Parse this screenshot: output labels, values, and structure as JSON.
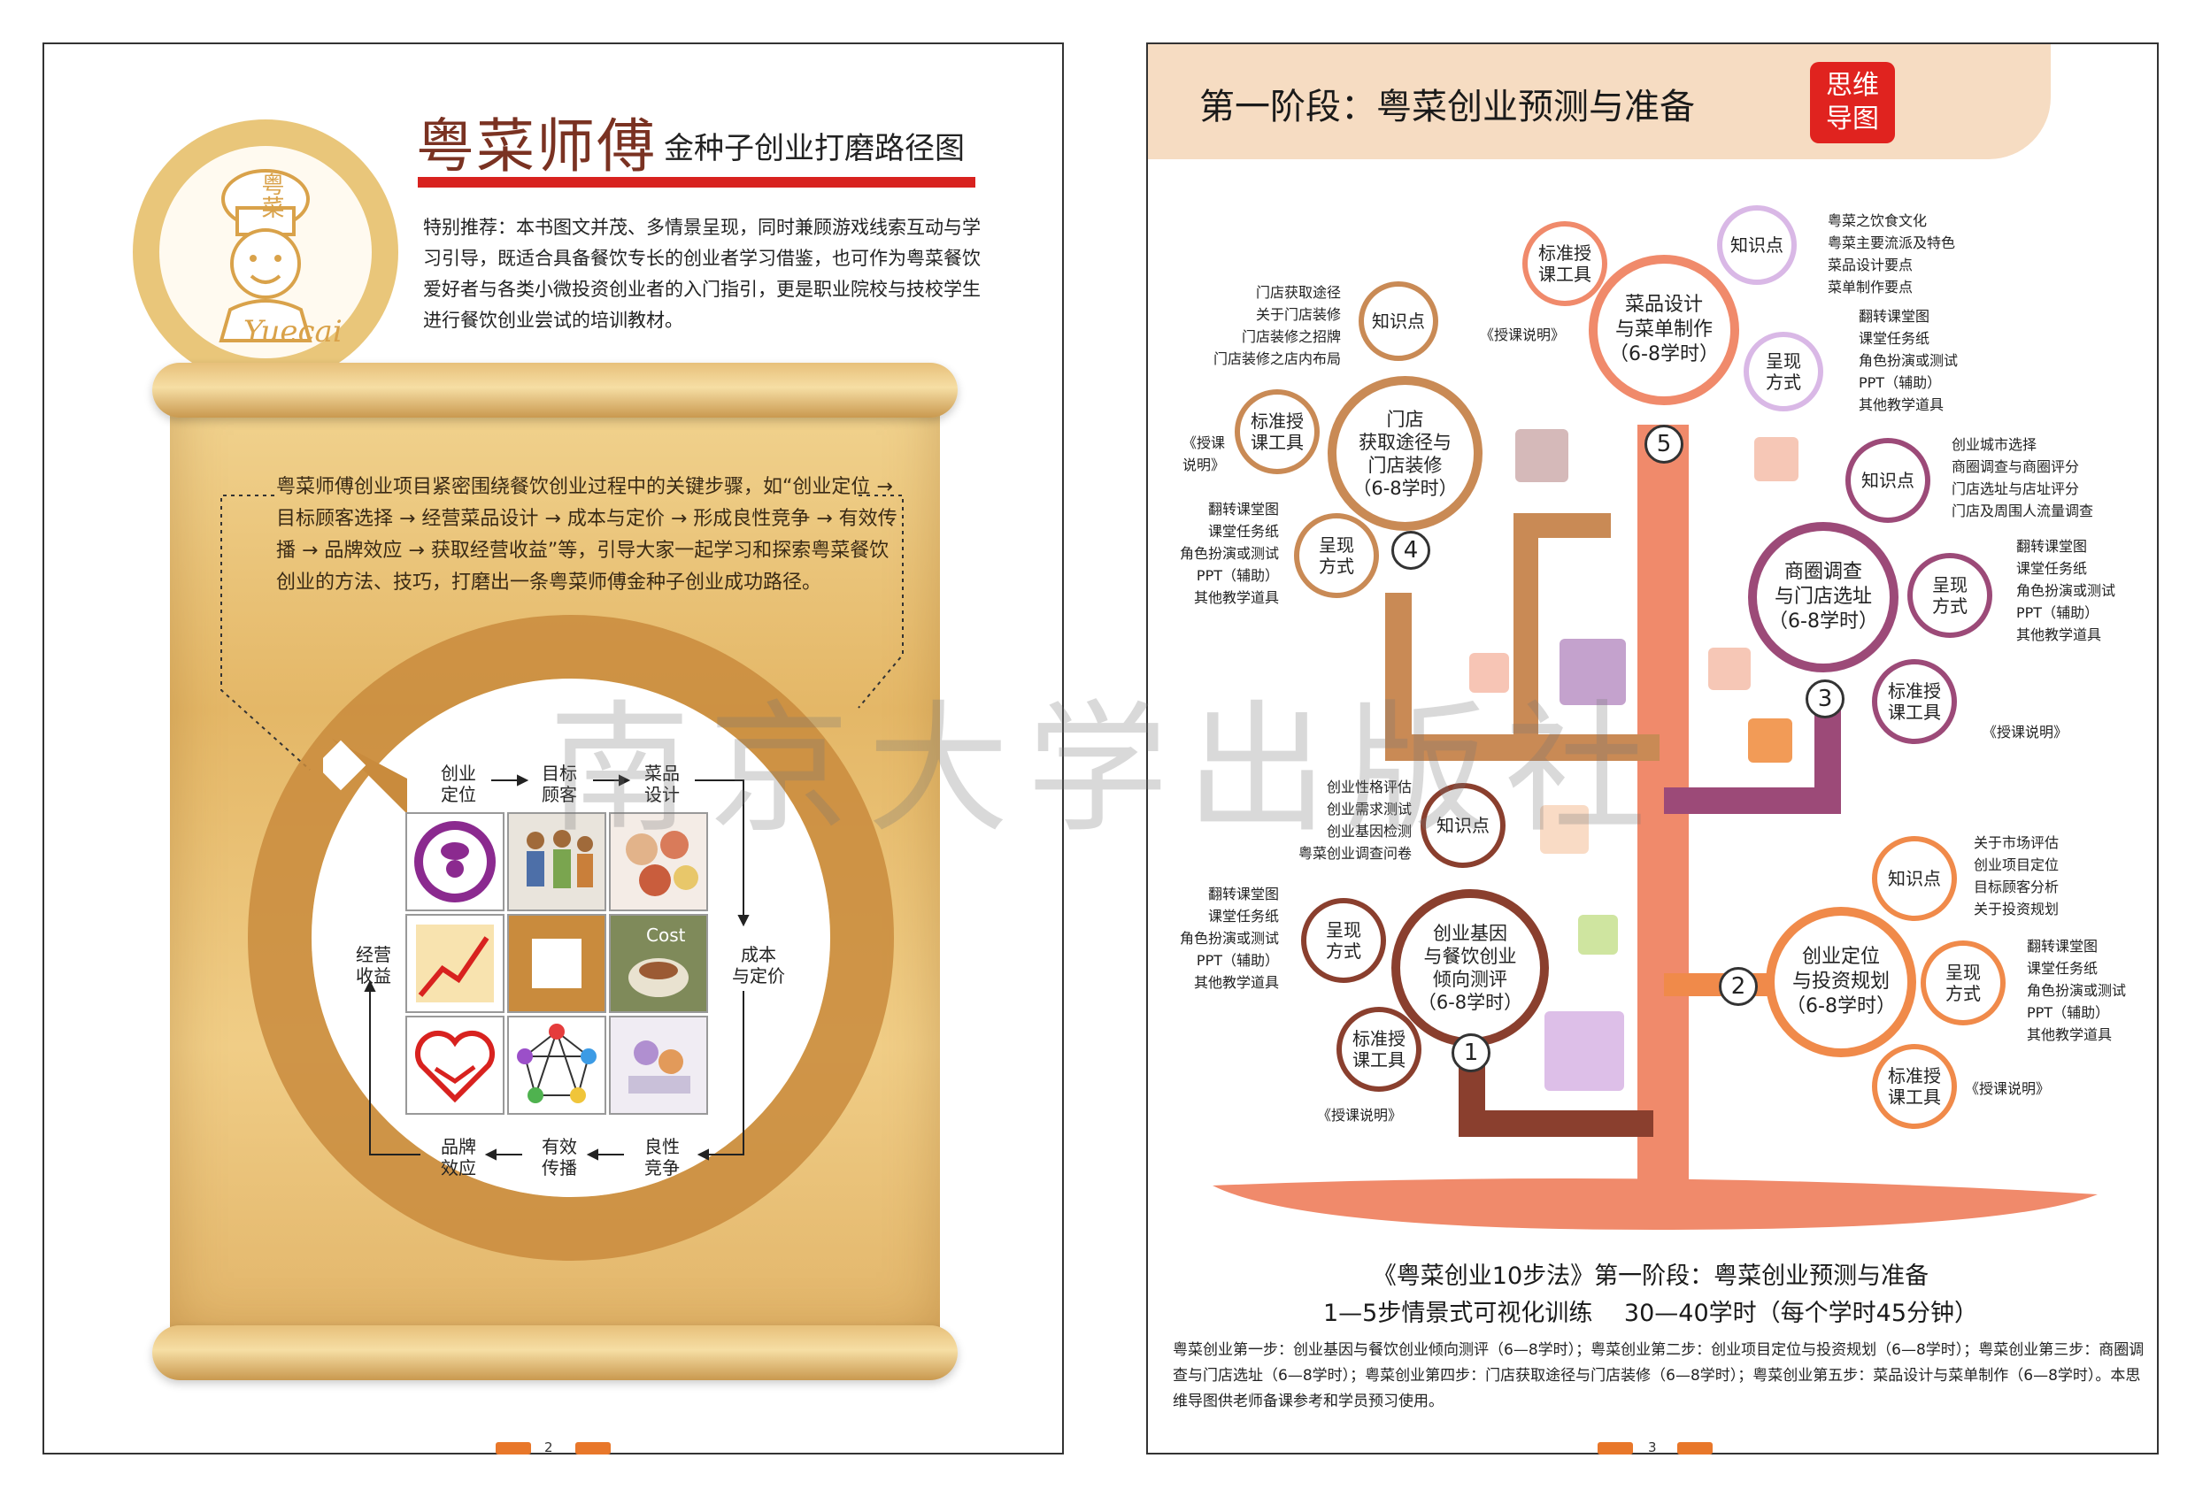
{
  "left_page": {
    "brand": "粤菜师傅",
    "subtitle": "金种子创业打磨路径图",
    "medal_text": "粤菜",
    "medal_script": "Yuecai",
    "intro": "特别推荐：本书图文并茂、多情景呈现，同时兼顾游戏线索互动与学习引导，既适合具备餐饮专长的创业者学习借鉴，也可作为粤菜餐饮爱好者与各类小微投资创业者的入门指引，更是职业院校与技校学生进行餐饮创业尝试的培训教材。",
    "scroll_text": "粤菜师傅创业项目紧密围绕餐饮创业过程中的关键步骤，如“创业定位 → 目标顾客选择 → 经营菜品设计 → 成本与定价 → 形成良性竞争 → 有效传播 → 品牌效应 → 获取经营收益”等，引导大家一起学习和探索粤菜餐饮创业的方法、技巧，打磨出一条粤菜师傅金种子创业成功路径。",
    "steps": {
      "s1": "创业\n定位",
      "s2": "目标\n顾客",
      "s3": "菜品\n设计",
      "s4": "成本\n与定价",
      "s5": "良性\n竞争",
      "s6": "有效\n传播",
      "s7": "品牌\n效应",
      "s8": "经营\n收益"
    },
    "cost_label": "Cost",
    "page_number": "2"
  },
  "right_page": {
    "header_title": "第一阶段：粤菜创业预测与准备",
    "badge": "思维\n导图",
    "watermark": "南京大学出版社",
    "nodes": {
      "n5": "菜品设计\n与菜单制作\n（6-8学时）",
      "n4": "门店\n获取途径与\n门店装修\n（6-8学时）",
      "n3": "商圈调查\n与门店选址\n（6-8学时）",
      "n2": "创业定位\n与投资规划\n（6-8学时）",
      "n1": "创业基因\n与餐饮创业\n倾向测评\n（6-8学时）"
    },
    "numbers": [
      "1",
      "2",
      "3",
      "4",
      "5"
    ],
    "sub_nodes": {
      "zhishi": "知识点",
      "chengxian": "呈现\n方式",
      "biaozhun": "标准授\n课工具"
    },
    "leaves": {
      "n5_knowledge": [
        "粤菜之饮食文化",
        "粤菜主要流派及特色",
        "菜品设计要点",
        "菜单制作要点"
      ],
      "n5_present": [
        "翻转课堂图",
        "课堂任务纸",
        "角色扮演或测试",
        "PPT（辅助）",
        "其他教学道具"
      ],
      "n5_tool": "《授课说明》",
      "n4_knowledge": [
        "门店获取途径",
        "关于门店装修",
        "门店装修之招牌",
        "门店装修之店内布局"
      ],
      "n4_present": [
        "翻转课堂图",
        "课堂任务纸",
        "角色扮演或测试",
        "PPT（辅助）",
        "其他教学道具"
      ],
      "n4_tool": "《授课\n说明》",
      "n3_knowledge": [
        "创业城市选择",
        "商圈调查与商圈评分",
        "门店选址与店址评分",
        "门店及周围人流量调查"
      ],
      "n3_present": [
        "翻转课堂图",
        "课堂任务纸",
        "角色扮演或测试",
        "PPT（辅助）",
        "其他教学道具"
      ],
      "n3_tool": "《授课说明》",
      "n2_knowledge": [
        "关于市场评估",
        "创业项目定位",
        "目标顾客分析",
        "关于投资规划"
      ],
      "n2_present": [
        "翻转课堂图",
        "课堂任务纸",
        "角色扮演或测试",
        "PPT（辅助）",
        "其他教学道具"
      ],
      "n2_tool": "《授课说明》",
      "n1_knowledge": [
        "创业性格评估",
        "创业需求测试",
        "创业基因检测",
        "粤菜创业调查问卷"
      ],
      "n1_present": [
        "翻转课堂图",
        "课堂任务纸",
        "角色扮演或测试",
        "PPT（辅助）",
        "其他教学道具"
      ],
      "n1_tool": "《授课说明》"
    },
    "bottom_title": "《粤菜创业10步法》第一阶段：粤菜创业预测与准备",
    "bottom_sub": "1—5步情景式可视化训练　 30—40学时（每个学时45分钟）",
    "bottom_desc": "粤菜创业第一步：创业基因与餐饮创业倾向测评（6—8学时）；粤菜创业第二步：创业项目定位与投资规划（6—8学时）；粤菜创业第三步：商圈调查与门店选址（6—8学时）；粤菜创业第四步：门店获取途径与门店装修（6—8学时）；粤菜创业第五步：菜品设计与菜单制作（6—8学时）。本思维导图供老师备课参考和学员预习使用。",
    "page_number": "3"
  },
  "colors": {
    "brand_red": "#d8221f",
    "scroll_gold": "#e4b767",
    "trunk_salmon": "#f08a6b",
    "branch1": "#8a3f2e",
    "branch2": "#f08a4a",
    "branch3": "#9c4a78",
    "branch4": "#c98a55",
    "branch5": "#f08a6b"
  }
}
